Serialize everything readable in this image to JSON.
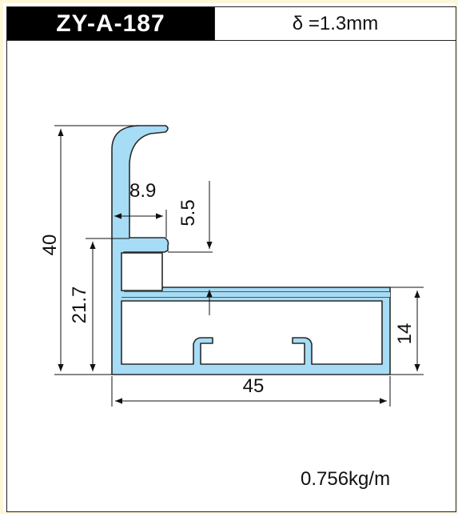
{
  "header": {
    "profile_code": "ZY-A-187",
    "wall_thickness": "δ =1.3mm"
  },
  "dimensions": {
    "overall_height": "40",
    "lower_height": "21.7",
    "lip_width": "8.9",
    "slot_gap": "5.5",
    "body_height": "14",
    "overall_width": "45"
  },
  "weight": "0.756kg/m",
  "colors": {
    "profile_fill": "#a6dcf5",
    "outline": "#2a2a2a",
    "frame_border": "#fdf7d9"
  }
}
